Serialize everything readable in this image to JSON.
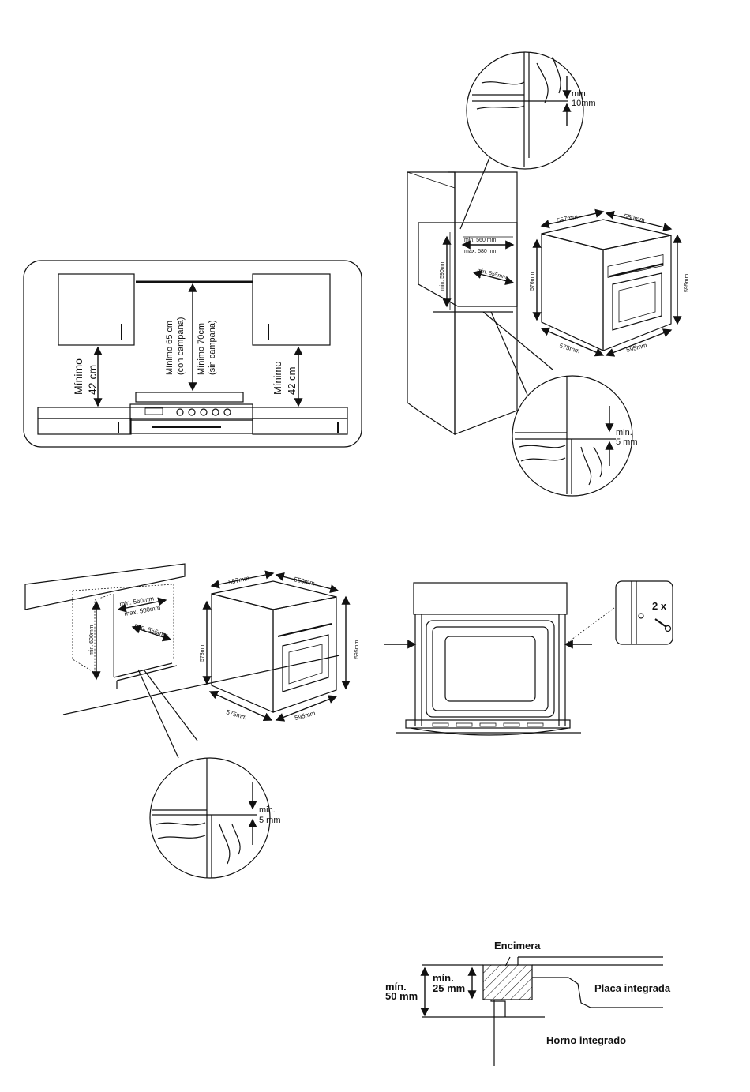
{
  "figure1": {
    "left_min_label": "Mínimo",
    "left_min_value": "42 cm",
    "center_line1": "Mínimo 65 cm",
    "center_line2": "(con campana)",
    "center_line3": "Mínimo 70cm",
    "center_line4": "(sin campana)",
    "right_min_label": "Mínimo",
    "right_min_value": "42 cm"
  },
  "figure2": {
    "detail_top_min": "min.",
    "detail_top_value": "10mm",
    "cab_width_min": "min. 560 mm",
    "cab_width_max": "max. 580 mm",
    "cab_height": "min. 590mm",
    "cab_depth": "min. 555mm",
    "oven_top_front": "557mm",
    "oven_top_side": "550mm",
    "oven_height_left": "576mm",
    "oven_height_right": "595mm",
    "oven_bottom_front": "575mm",
    "oven_bottom_side": "595mm",
    "detail_bottom_min": "min.",
    "detail_bottom_value": "5  mm"
  },
  "figure3": {
    "cab_width_min": "min. 560mm",
    "cab_width_max": "max. 580mm",
    "cab_height": "min. 600mm",
    "cab_depth": "min. 555mm",
    "oven_top_front": "557mm",
    "oven_top_side": "550mm",
    "oven_height_left": "578mm",
    "oven_height_right": "595mm",
    "oven_bottom_front": "575mm",
    "oven_bottom_side": "595mm",
    "detail_min": "min.",
    "detail_value": "5  mm"
  },
  "figure4": {
    "screw_count": "2 x"
  },
  "figure5": {
    "encimera": "Encimera",
    "min50_line1": "mín.",
    "min50_line2": "50 mm",
    "min25_line1": "mín.",
    "min25_line2": "25 mm",
    "placa": "Placa integrada",
    "horno": "Horno integrado"
  }
}
